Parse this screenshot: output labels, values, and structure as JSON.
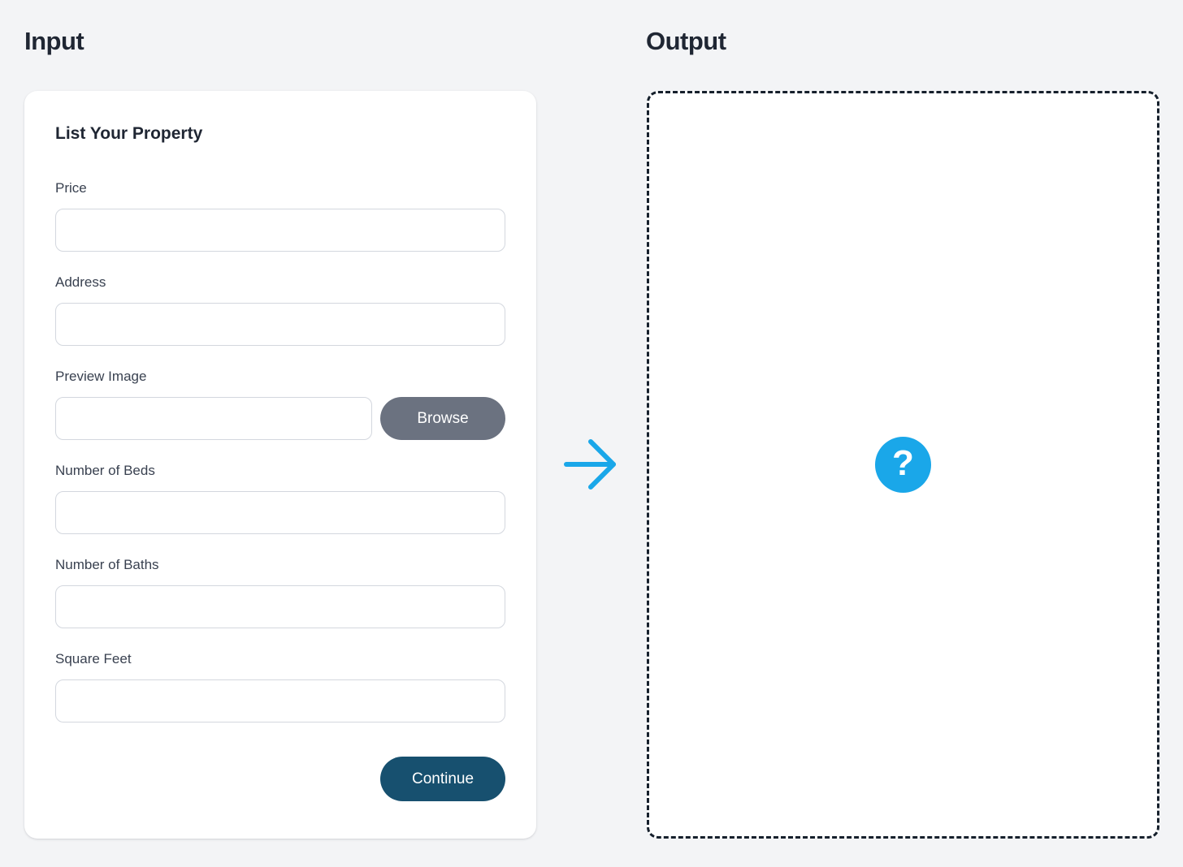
{
  "sections": {
    "input": {
      "heading": "Input"
    },
    "output": {
      "heading": "Output",
      "placeholder_glyph": "?"
    }
  },
  "form": {
    "title": "List Your Property",
    "fields": {
      "price": {
        "label": "Price",
        "value": ""
      },
      "address": {
        "label": "Address",
        "value": ""
      },
      "preview_image": {
        "label": "Preview Image",
        "value": "",
        "browse_label": "Browse"
      },
      "beds": {
        "label": "Number of Beds",
        "value": ""
      },
      "baths": {
        "label": "Number of Baths",
        "value": ""
      },
      "square_feet": {
        "label": "Square Feet",
        "value": ""
      }
    },
    "continue_label": "Continue"
  },
  "colors": {
    "accent_blue": "#1aa7e9",
    "continue_button": "#17506f",
    "browse_button": "#6b7280",
    "dashed_border": "#16202c",
    "page_bg": "#f3f4f6"
  }
}
